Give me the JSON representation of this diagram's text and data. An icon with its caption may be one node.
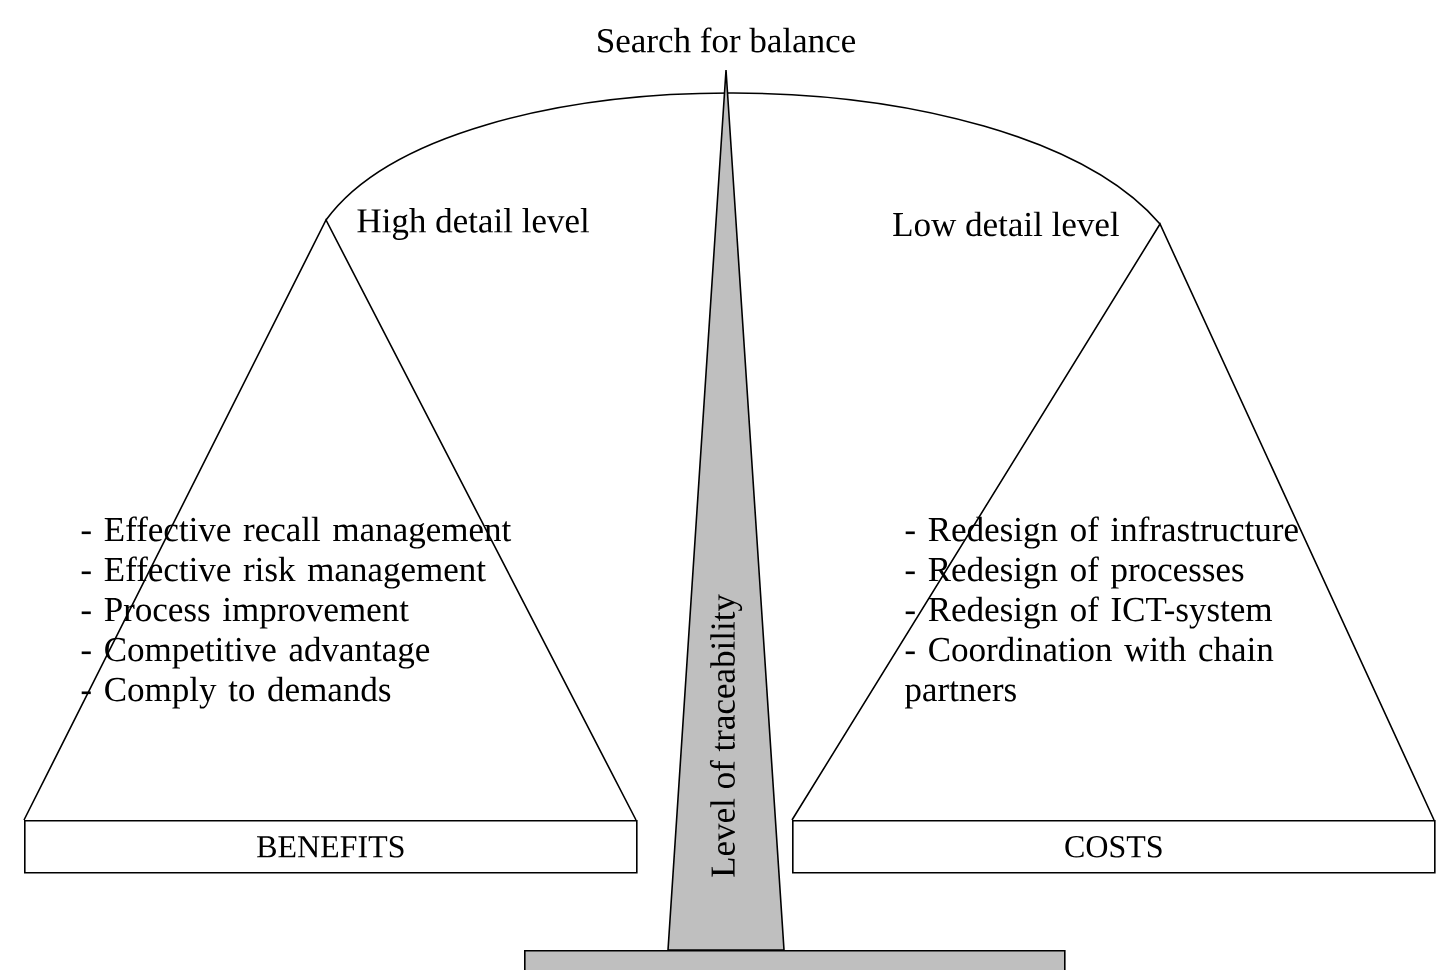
{
  "diagram": {
    "title": "Search for balance",
    "nodes": [
      {
        "text": [
          "High detail level",
          "- Effective recall management",
          "- Effective risk management",
          "- Process improvement",
          "- Competitive advantage",
          "- Comply to demands"
        ]
      },
      {
        "text": [
          "BENEFITS"
        ]
      },
      {
        "text": [
          "Low detail level",
          "- Redesign of infrastructure",
          "- Redesign of processes",
          "- Redesign of ICT-system",
          "- Coordination with chain partners"
        ]
      },
      {
        "text": [
          "COSTS"
        ]
      },
      {
        "text": [
          "Level of traceability"
        ]
      },
      {
        "text": [],
        "shape": "bar"
      }
    ]
  }
}
